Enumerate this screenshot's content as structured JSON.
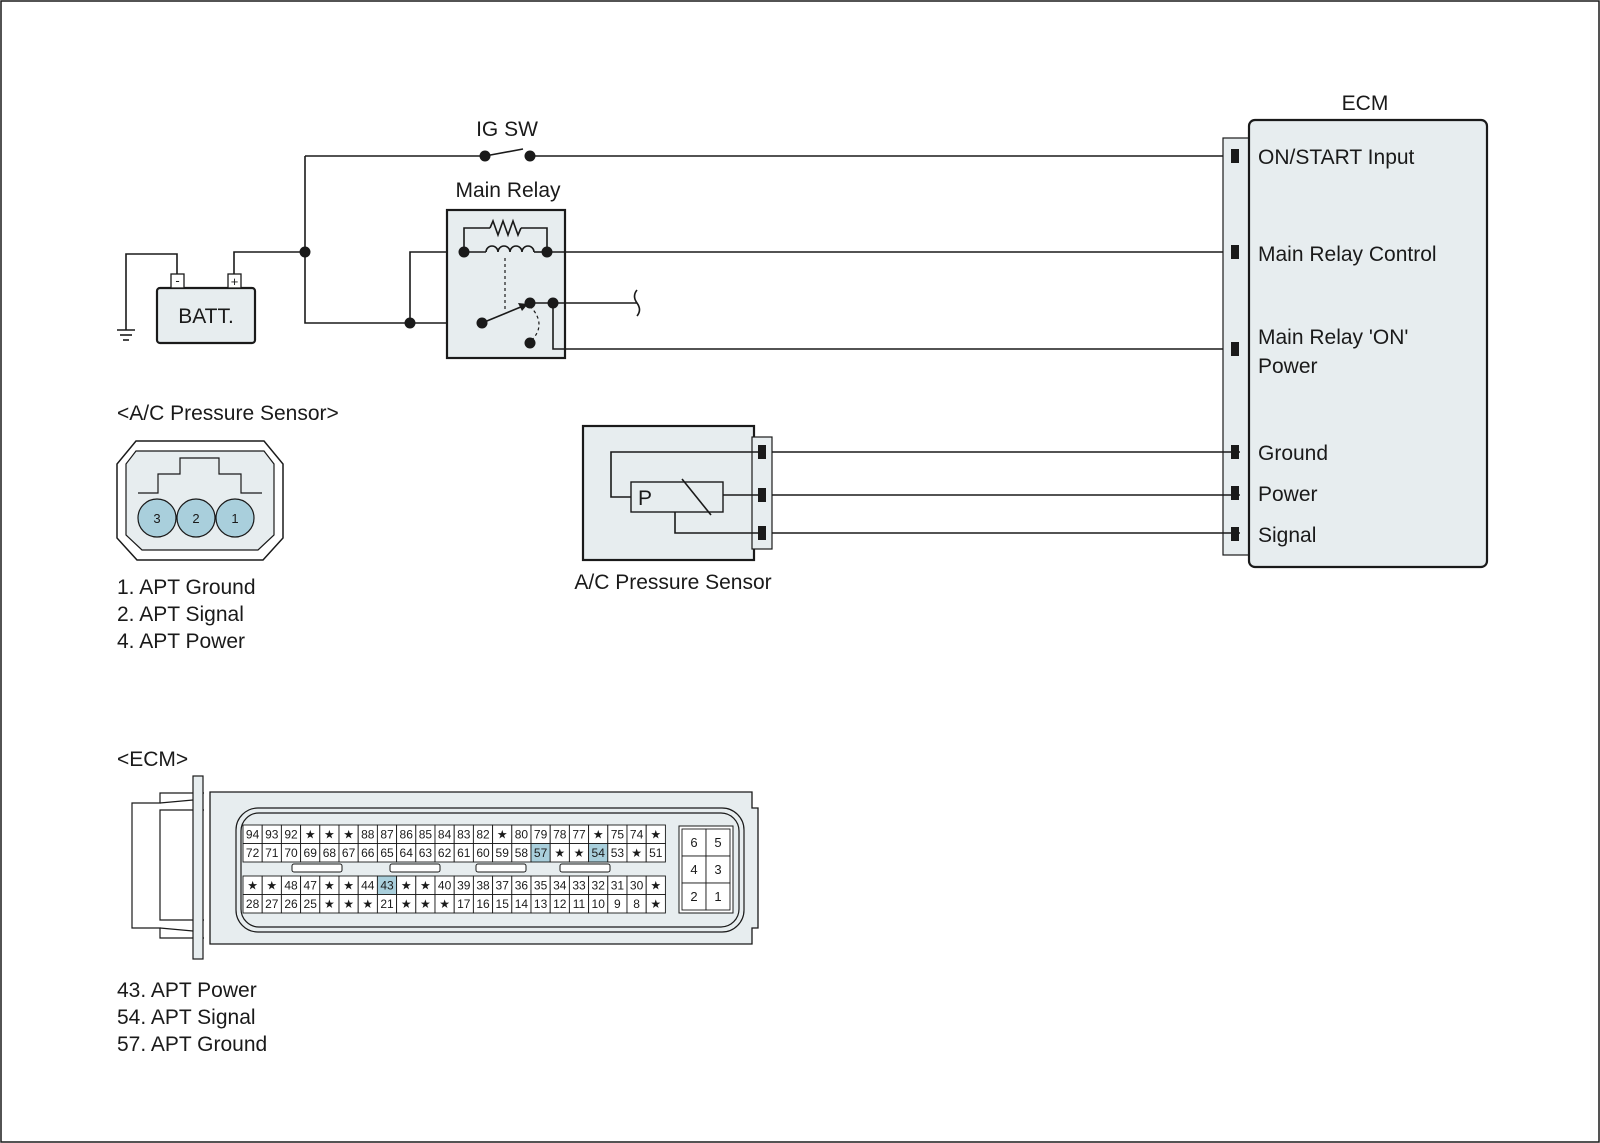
{
  "labels": {
    "ig_sw": "IG SW",
    "main_relay": "Main Relay",
    "batt": "BATT.",
    "batt_minus": "-",
    "batt_plus": "+",
    "ecm": "ECM",
    "sensor_symbol": "P",
    "sensor_caption": "A/C Pressure Sensor"
  },
  "ecm_pins": {
    "on_start": "ON/START Input",
    "relay_control": "Main Relay Control",
    "relay_on_line1": "Main Relay 'ON'",
    "relay_on_line2": "Power",
    "ground": "Ground",
    "power": "Power",
    "signal": "Signal"
  },
  "sensor_connector": {
    "title": "<A/C Pressure Sensor>",
    "pins": [
      "3",
      "2",
      "1"
    ],
    "notes": [
      "1. APT Ground",
      "2. APT Signal",
      "4. APT Power"
    ]
  },
  "ecm_connector": {
    "title": "<ECM>",
    "rows": [
      [
        "94",
        "93",
        "92",
        "★",
        "★",
        "★",
        "88",
        "87",
        "86",
        "85",
        "84",
        "83",
        "82",
        "★",
        "80",
        "79",
        "78",
        "77",
        "★",
        "75",
        "74",
        "★"
      ],
      [
        "72",
        "71",
        "70",
        "69",
        "68",
        "67",
        "66",
        "65",
        "64",
        "63",
        "62",
        "61",
        "60",
        "59",
        "58",
        "57",
        "★",
        "★",
        "54",
        "53",
        "★",
        "51"
      ],
      [
        "★",
        "★",
        "48",
        "47",
        "★",
        "★",
        "44",
        "43",
        "★",
        "★",
        "40",
        "39",
        "38",
        "37",
        "36",
        "35",
        "34",
        "33",
        "32",
        "31",
        "30",
        "★"
      ],
      [
        "28",
        "27",
        "26",
        "25",
        "★",
        "★",
        "★",
        "21",
        "★",
        "★",
        "★",
        "17",
        "16",
        "15",
        "14",
        "13",
        "12",
        "11",
        "10",
        "9",
        "8",
        "★"
      ]
    ],
    "highlight": [
      "43",
      "54",
      "57"
    ],
    "small_grid": [
      [
        "6",
        "5"
      ],
      [
        "4",
        "3"
      ],
      [
        "2",
        "1"
      ]
    ],
    "notes": [
      "43. APT Power",
      "54. APT Signal",
      "57. APT Ground"
    ]
  },
  "colors": {
    "component_fill": "#e7edef",
    "pin_highlight": "#a9cfdc",
    "line": "#1a1a1a"
  }
}
